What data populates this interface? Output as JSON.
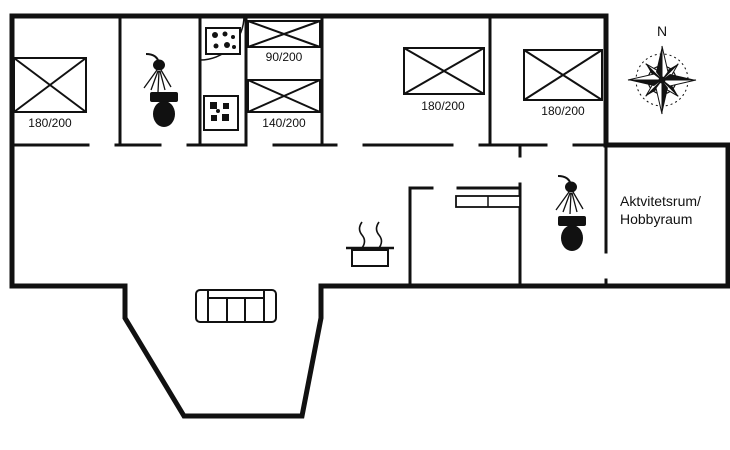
{
  "floorplan": {
    "compass": {
      "label": "N"
    },
    "activity_room": {
      "label_line1": "Aktvitetsrum/",
      "label_line2": "Hobbyraum"
    },
    "beds": [
      {
        "room": "bedroom-1",
        "size": "180/200"
      },
      {
        "room": "bedroom-2",
        "size": "90/200"
      },
      {
        "room": "bedroom-2",
        "size": "140/200"
      },
      {
        "room": "bedroom-3",
        "size": "180/200"
      },
      {
        "room": "bedroom-4",
        "size": "180/200"
      }
    ],
    "icons": [
      "double-bed-icon",
      "single-bed-icon",
      "shower-icon",
      "toilet-icon",
      "hob-icon",
      "appliance-icon",
      "entrance-door-arc",
      "cooking-pot-icon",
      "sofa-icon",
      "wardrobe-icon",
      "compass-rose-icon"
    ],
    "colors": {
      "wall": "#111111",
      "background": "#ffffff"
    }
  }
}
